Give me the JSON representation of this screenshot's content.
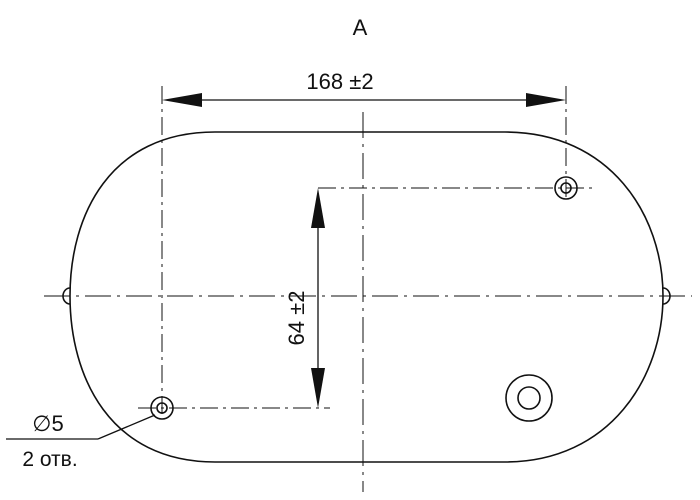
{
  "view_label": "A",
  "dimensions": {
    "width_label": "168 ±2",
    "height_label": "64 ±2"
  },
  "callout": {
    "diameter_label": "∅5",
    "count_label": "2 отв."
  }
}
